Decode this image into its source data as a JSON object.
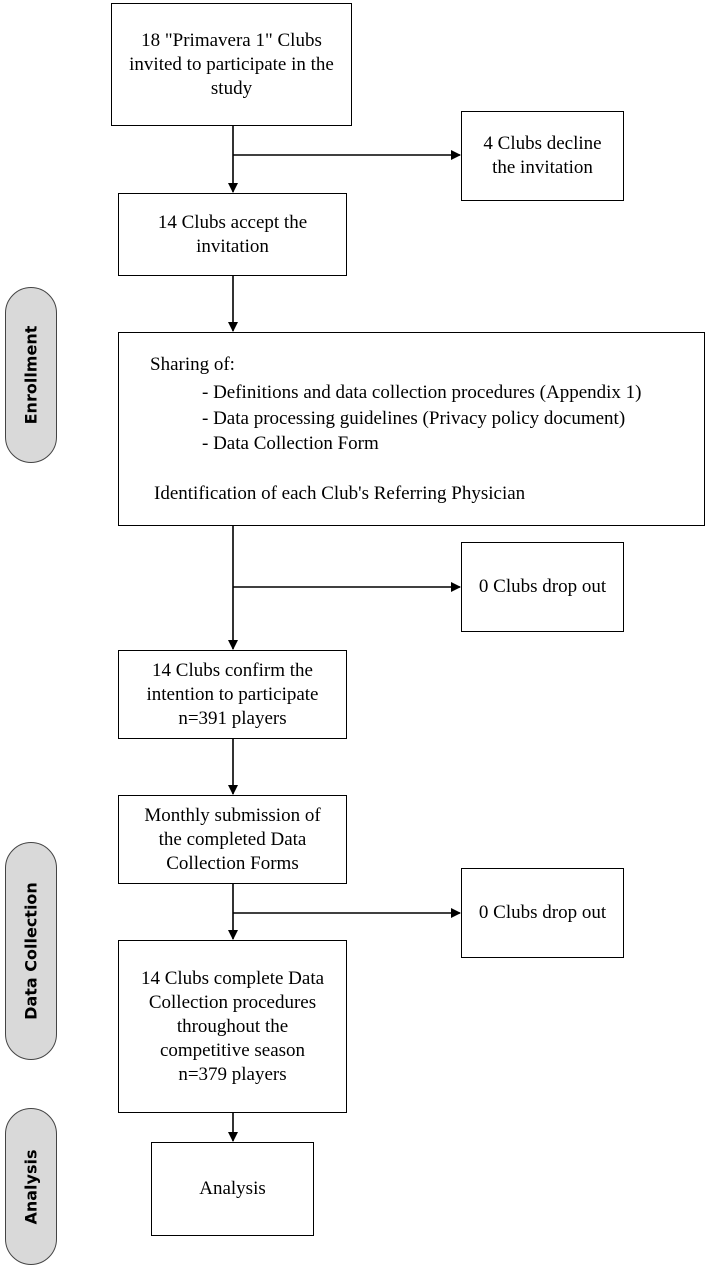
{
  "phases": {
    "enrollment": "Enrollment",
    "data_collection": "Data Collection",
    "analysis": "Analysis"
  },
  "boxes": {
    "invited": [
      "18 \"Primavera 1\" Clubs",
      "invited to participate in the",
      "study"
    ],
    "declined": [
      "4 Clubs decline",
      "the invitation"
    ],
    "accepted": [
      "14 Clubs accept the",
      "invitation"
    ],
    "sharing": {
      "title": "Sharing of:",
      "items": [
        "- Definitions and data collection procedures (Appendix 1)",
        "- Data processing guidelines (Privacy policy document)",
        "- Data Collection Form"
      ],
      "footer": "Identification of each Club's Referring Physician"
    },
    "dropout1": [
      "0 Clubs drop out"
    ],
    "confirm": [
      "14 Clubs confirm the",
      "intention to participate",
      "n=391 players"
    ],
    "monthly": [
      "Monthly submission of",
      "the completed Data",
      "Collection Forms"
    ],
    "dropout2": [
      "0 Clubs drop out"
    ],
    "complete": [
      "14 Clubs complete Data",
      "Collection procedures",
      "throughout the",
      "competitive season",
      "n=379 players"
    ],
    "analysis": [
      "Analysis"
    ]
  }
}
